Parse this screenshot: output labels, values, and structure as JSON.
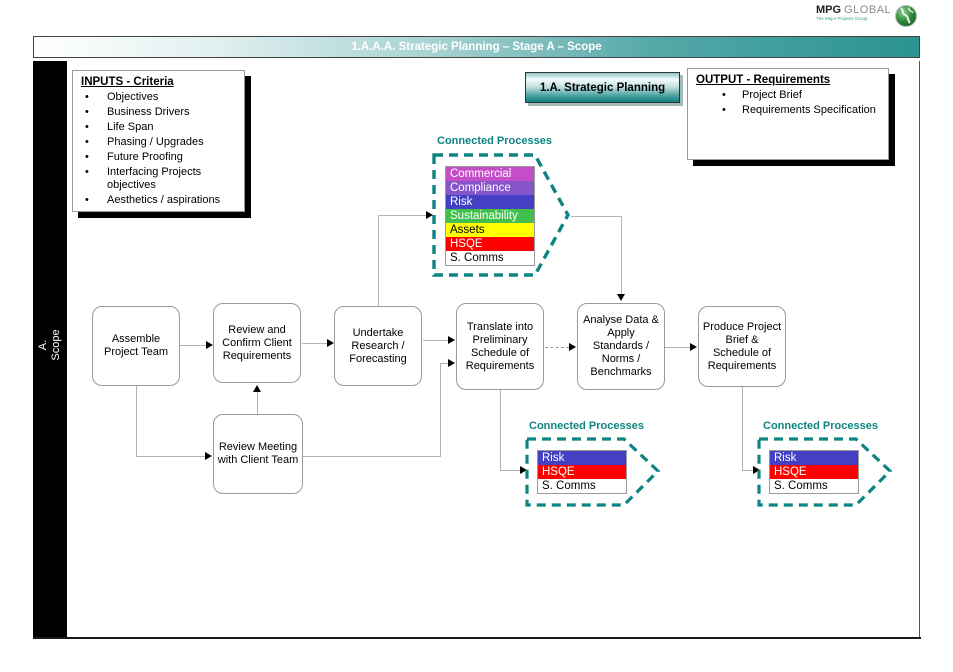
{
  "colors": {
    "teal_accent": "#0E8482",
    "titlebar_teal": "#2B9292",
    "sidebar_black": "#000000",
    "row_commercial": "#C44EC8",
    "row_compliance": "#8655C9",
    "row_risk": "#4340C4",
    "row_sustainability": "#43C04B",
    "row_assets": "#FFFF00",
    "row_hsqe": "#FF0000",
    "row_scomms": "#FFFFFF"
  },
  "logo": {
    "brand": "MPG",
    "brand2": "GLOBAL",
    "tagline": "The Major Projects Group",
    "globe_icon": "globe-icon"
  },
  "title_bar": {
    "text": "1.A.A.A. Strategic Planning – Stage A – Scope"
  },
  "sidebar": {
    "label": "A.\nScope"
  },
  "inputs": {
    "title": "INPUTS - Criteria",
    "items": [
      "Objectives",
      "Business Drivers",
      "Life Span",
      "Phasing / Upgrades",
      "Future Proofing",
      "Interfacing Projects objectives",
      "Aesthetics / aspirations"
    ]
  },
  "strategic": {
    "label": "1.A. Strategic Planning"
  },
  "output": {
    "title": "OUTPUT - Requirements",
    "items": [
      "Project Brief",
      "Requirements Specification"
    ]
  },
  "connected_processes": {
    "top": {
      "label": "Connected Processes",
      "rows": [
        {
          "label": "Commercial",
          "bg": "#C44EC8",
          "fg": "#FFFFFF"
        },
        {
          "label": "Compliance",
          "bg": "#8655C9",
          "fg": "#FFFFFF"
        },
        {
          "label": "Risk",
          "bg": "#4340C4",
          "fg": "#FFFFFF"
        },
        {
          "label": "Sustainability",
          "bg": "#43C04B",
          "fg": "#FFFFFF"
        },
        {
          "label": "Assets",
          "bg": "#FFFF00",
          "fg": "#000000"
        },
        {
          "label": "HSQE",
          "bg": "#FF0000",
          "fg": "#FFFFFF"
        },
        {
          "label": "S. Comms",
          "bg": "#FFFFFF",
          "fg": "#000000"
        }
      ]
    },
    "middle": {
      "label": "Connected Processes",
      "rows": [
        {
          "label": "Risk",
          "bg": "#4340C4",
          "fg": "#FFFFFF"
        },
        {
          "label": "HSQE",
          "bg": "#FF0000",
          "fg": "#FFFFFF"
        },
        {
          "label": "S. Comms",
          "bg": "#FFFFFF",
          "fg": "#000000"
        }
      ]
    },
    "right": {
      "label": "Connected Processes",
      "rows": [
        {
          "label": "Risk",
          "bg": "#4340C4",
          "fg": "#FFFFFF"
        },
        {
          "label": "HSQE",
          "bg": "#FF0000",
          "fg": "#FFFFFF"
        },
        {
          "label": "S. Comms",
          "bg": "#FFFFFF",
          "fg": "#000000"
        }
      ]
    }
  },
  "flow": {
    "assemble": "Assemble Project Team",
    "review_confirm": "Review and Confirm Client Requirements",
    "undertake": "Undertake Research / Forecasting",
    "translate": "Translate into Preliminary Schedule of Requirements",
    "analyse": "Analyse Data & Apply Standards / Norms  / Benchmarks",
    "produce": "Produce Project Brief &  Schedule of Requirements",
    "review_meeting": "Review Meeting with Client Team"
  }
}
